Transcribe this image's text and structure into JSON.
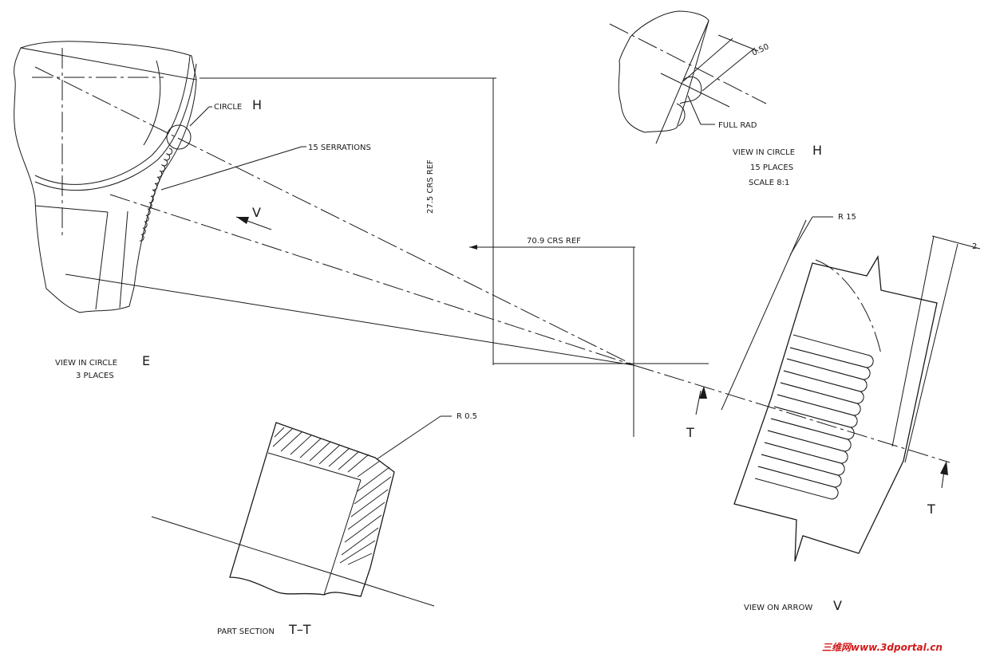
{
  "view_e": {
    "circle_h_note": "CIRCLE",
    "circle_h_letter": "H",
    "serrations_note": "15 SERRATIONS",
    "title_line1": "VIEW IN CIRCLE",
    "title_letter": "E",
    "title_line2": "3 PLACES",
    "arrow_letter": "V"
  },
  "dims": {
    "vertical_ref": "27.5  CRS REF",
    "horizontal_ref": "70.9  CRS REF"
  },
  "view_h": {
    "dim_value": "0.50",
    "full_rad": "FULL RAD",
    "title_line1": "VIEW IN CIRCLE",
    "title_letter": "H",
    "title_line2": "15 PLACES",
    "title_line3": "SCALE 8:1"
  },
  "view_v": {
    "radius": "R 15",
    "dim_small": "2",
    "section_letter_left": "T",
    "section_letter_right": "T",
    "title": "VIEW ON ARROW",
    "title_letter": "V"
  },
  "section_tt": {
    "radius": "R 0.5",
    "title": "PART SECTION",
    "title_letter": "T–T"
  },
  "watermark": "三维网www.3dportal.cn"
}
